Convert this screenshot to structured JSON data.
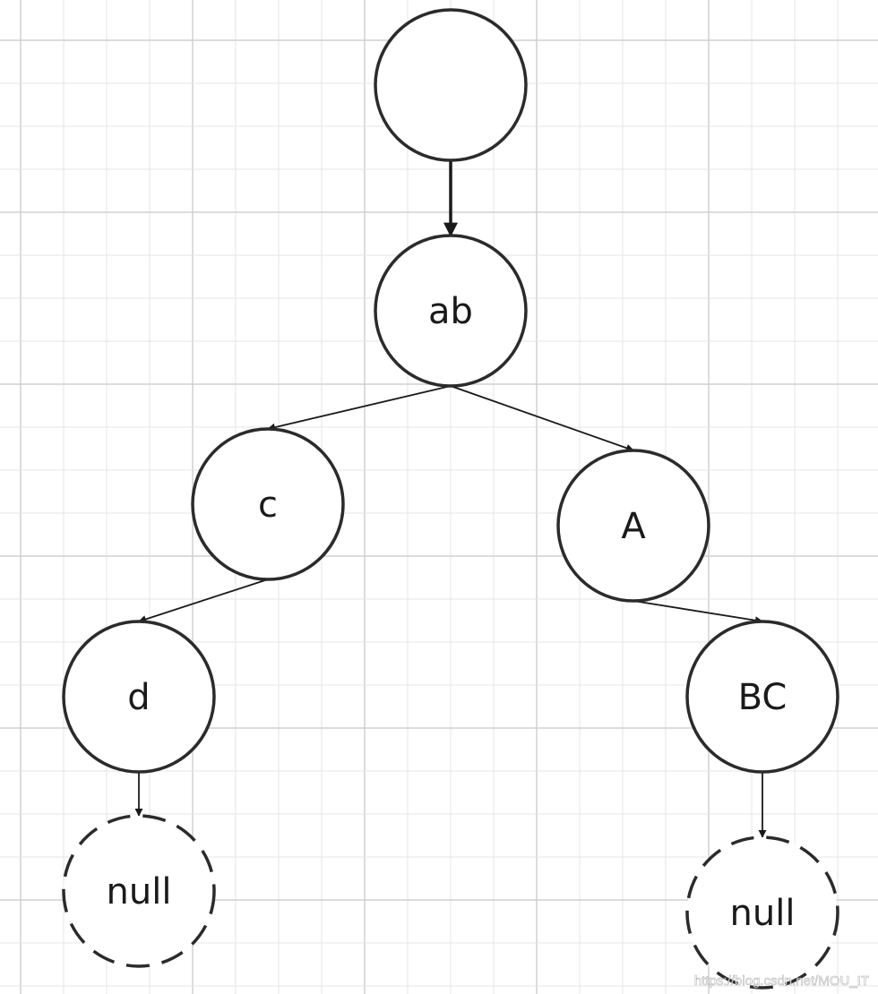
{
  "diagram": {
    "nodes": [
      {
        "id": "root",
        "label": "",
        "style": "solid"
      },
      {
        "id": "ab",
        "label": "ab",
        "style": "solid"
      },
      {
        "id": "c",
        "label": "c",
        "style": "solid"
      },
      {
        "id": "A",
        "label": "A",
        "style": "solid"
      },
      {
        "id": "d",
        "label": "d",
        "style": "solid"
      },
      {
        "id": "BC",
        "label": "BC",
        "style": "solid"
      },
      {
        "id": "null_left",
        "label": "null",
        "style": "dashed"
      },
      {
        "id": "null_right",
        "label": "null",
        "style": "dashed"
      }
    ],
    "edges": [
      {
        "from": "root",
        "to": "ab",
        "weight": "bold"
      },
      {
        "from": "ab",
        "to": "c",
        "weight": "normal"
      },
      {
        "from": "ab",
        "to": "A",
        "weight": "normal"
      },
      {
        "from": "c",
        "to": "d",
        "weight": "normal"
      },
      {
        "from": "A",
        "to": "BC",
        "weight": "normal"
      },
      {
        "from": "d",
        "to": "null_left",
        "weight": "normal"
      },
      {
        "from": "BC",
        "to": "null_right",
        "weight": "normal"
      }
    ]
  },
  "watermark": "https://blog.csdn.net/MOU_IT",
  "colors": {
    "node_stroke": "#2b2b2b",
    "edge": "#1a1a1a",
    "grid_minor": "#e4e4e4",
    "grid_major": "#d0d0d0",
    "background": "#ffffff"
  }
}
